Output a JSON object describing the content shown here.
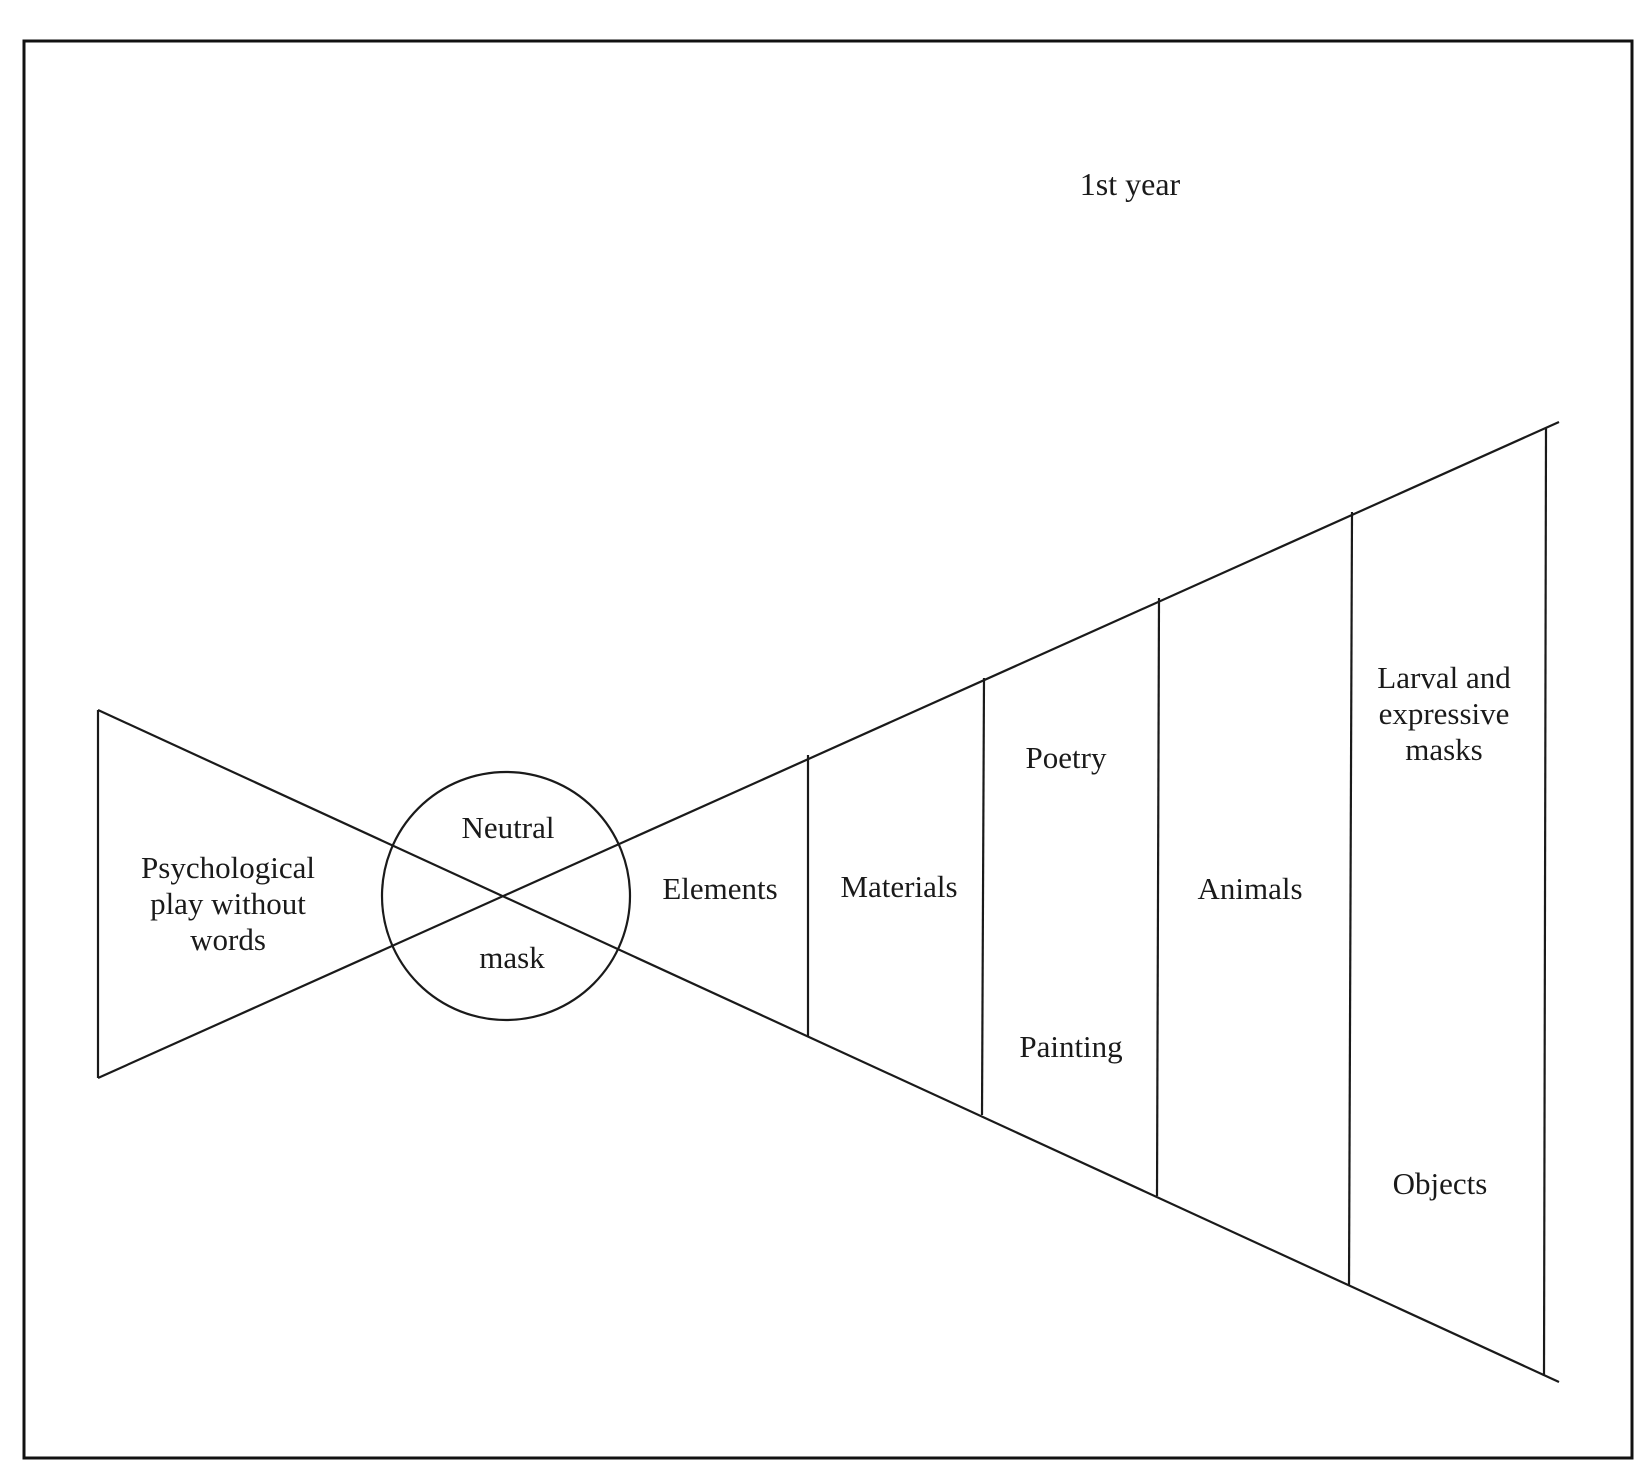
{
  "diagram": {
    "title": "1st year",
    "left_label": [
      "Psychological",
      "play without",
      "words"
    ],
    "circle_top": "Neutral",
    "circle_bottom": "mask",
    "segments": {
      "elements": "Elements",
      "materials": "Materials",
      "poetry": "Poetry",
      "painting": "Painting",
      "animals": "Animals",
      "larval": [
        "Larval and",
        "expressive",
        "masks"
      ],
      "objects": "Objects"
    }
  }
}
